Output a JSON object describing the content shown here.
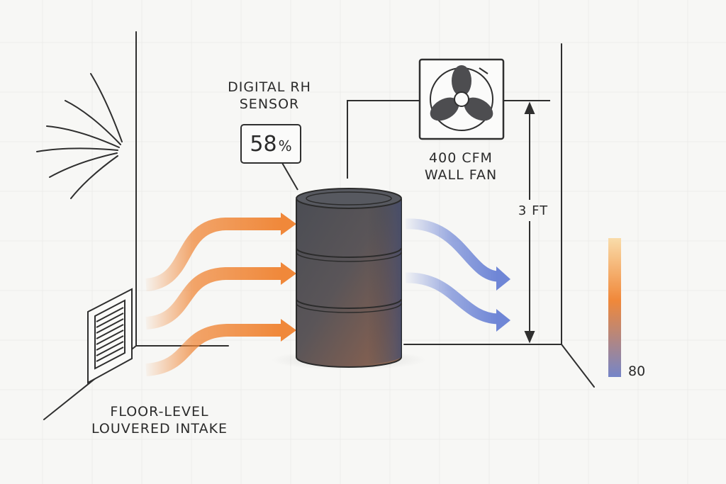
{
  "sensor": {
    "title_line1": "DIGITAL RH",
    "title_line2": "SENSOR",
    "reading_value": "58",
    "reading_unit": "%"
  },
  "fan": {
    "label_line1": "400 CFM",
    "label_line2": "WALL FAN",
    "icon": "fan-icon"
  },
  "height": {
    "label": "3 FT"
  },
  "intake": {
    "label_line1": "FLOOR-LEVEL",
    "label_line2": "LOUVERED INTAKE",
    "icon": "louvered-vent-icon"
  },
  "scale": {
    "label": "80"
  },
  "colors": {
    "warm_air": "#f0883a",
    "cool_air": "#6f86d6",
    "barrel_top": "#55575e",
    "barrel_warm": "#8a6a5a",
    "line": "#2f2f2f",
    "background": "#f7f7f5"
  },
  "icons": [
    "airflow-burst-icon",
    "fan-icon",
    "louvered-vent-icon",
    "barrel-icon"
  ]
}
